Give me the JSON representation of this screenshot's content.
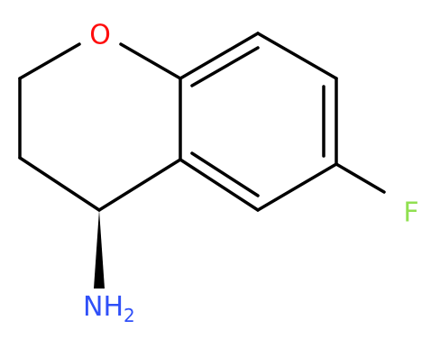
{
  "molecule": {
    "atoms": {
      "oxygen": {
        "label": "O",
        "color": "#ff0d0d"
      },
      "fluorine": {
        "label": "F",
        "color": "#90e050"
      },
      "amine": {
        "label": "NH",
        "subscript": "2",
        "color": "#3050f8"
      }
    },
    "bond_color": "#000000",
    "stereo_bond": "wedge"
  }
}
